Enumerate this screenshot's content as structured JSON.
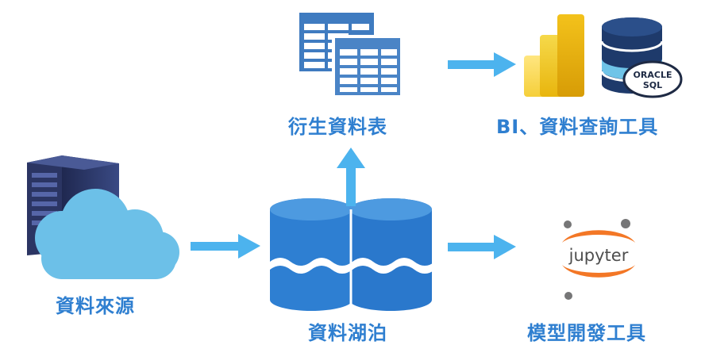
{
  "labels": {
    "source": "資料來源",
    "lake": "資料湖泊",
    "derived": "衍生資料表",
    "bi": "BI、資料查詢工具",
    "model": "模型開發工具"
  },
  "logos": {
    "oracle_line1": "ORACLE",
    "oracle_line2": "SQL",
    "jupyter": "jupyter"
  },
  "icons": {
    "source": "cloud-server-icon",
    "lake": "database-lake-icon",
    "derived": "table-sheets-icon",
    "bi": "power-bi-icon",
    "oracle": "oracle-sql-database-icon",
    "jupyter": "jupyter-logo-icon"
  },
  "colors": {
    "label_blue": "#2f7fd0",
    "arrow_blue": "#4cb3ee",
    "lake_blue": "#2e7fd2",
    "cloud_blue": "#6cc0e8",
    "server_navy": "#2a3566",
    "table_blue": "#4a84c6",
    "powerbi_yellow": "#f2c811",
    "oracle_navy": "#1e3a6b",
    "jupyter_orange": "#f37726"
  }
}
